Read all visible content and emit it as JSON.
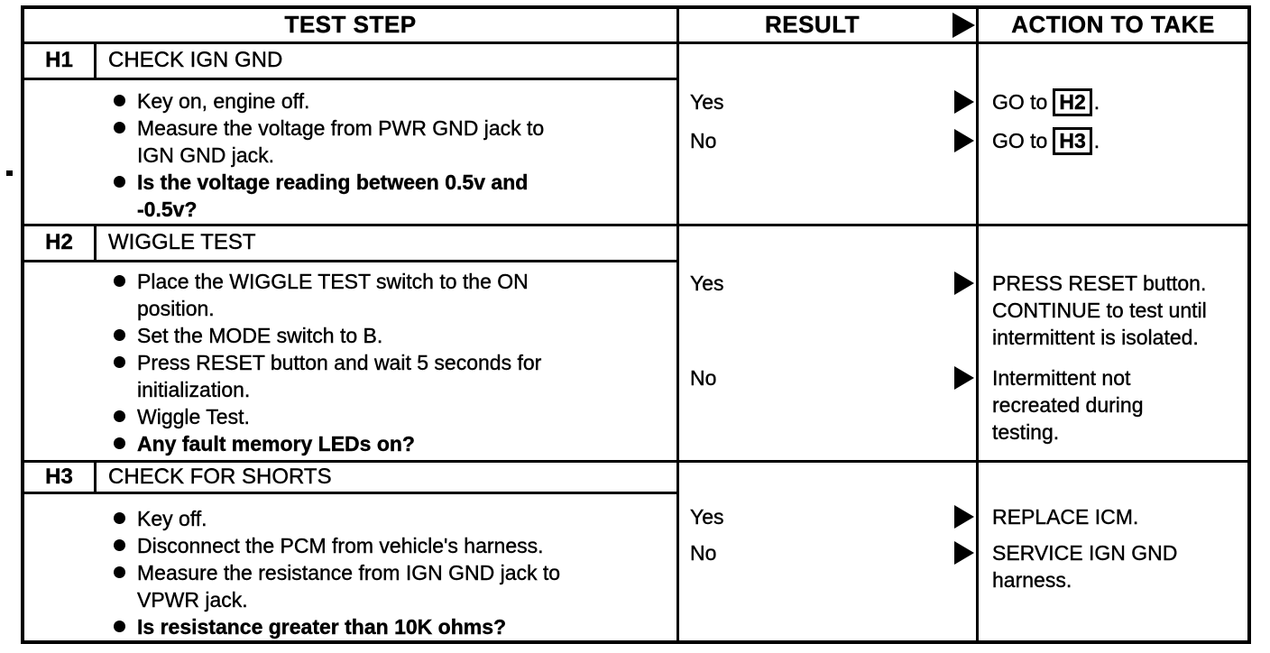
{
  "colors": {
    "ink": "#000000",
    "paper": "#ffffff"
  },
  "header": {
    "test_step": "TEST STEP",
    "result": "RESULT",
    "action": "ACTION TO TAKE"
  },
  "sections": [
    {
      "id": "H1",
      "title": "CHECK IGN GND",
      "bullets": [
        "Key on, engine off.",
        "Measure the voltage from PWR GND jack to IGN GND jack.",
        "Is the voltage reading between 0.5v and -0.5v?"
      ],
      "results": [
        {
          "label": "Yes"
        },
        {
          "label": "No"
        }
      ],
      "actions": [
        {
          "prefix": "GO to",
          "ref": "H2",
          "suffix": "."
        },
        {
          "prefix": "GO to",
          "ref": "H3",
          "suffix": "."
        }
      ]
    },
    {
      "id": "H2",
      "title": "WIGGLE TEST",
      "bullets": [
        "Place the WIGGLE TEST switch to the ON position.",
        "Set the MODE switch to B.",
        "Press RESET button and wait 5 seconds for initialization.",
        "Wiggle Test.",
        "Any fault memory LEDs on?"
      ],
      "results": [
        {
          "label": "Yes"
        },
        {
          "label": "No"
        }
      ],
      "actions": [
        {
          "lines": [
            "PRESS RESET button.",
            "CONTINUE to test until",
            "intermittent is isolated."
          ]
        },
        {
          "lines": [
            "Intermittent not",
            "recreated during",
            "testing."
          ]
        }
      ]
    },
    {
      "id": "H3",
      "title": "CHECK FOR SHORTS",
      "bullets": [
        "Key off.",
        "Disconnect the PCM from vehicle's harness.",
        "Measure the resistance from IGN GND jack to VPWR jack.",
        "Is resistance greater than 10K ohms?"
      ],
      "results": [
        {
          "label": "Yes"
        },
        {
          "label": "No"
        }
      ],
      "actions": [
        {
          "lines": [
            "REPLACE ICM."
          ]
        },
        {
          "lines": [
            "SERVICE IGN GND",
            "harness."
          ]
        }
      ]
    }
  ]
}
